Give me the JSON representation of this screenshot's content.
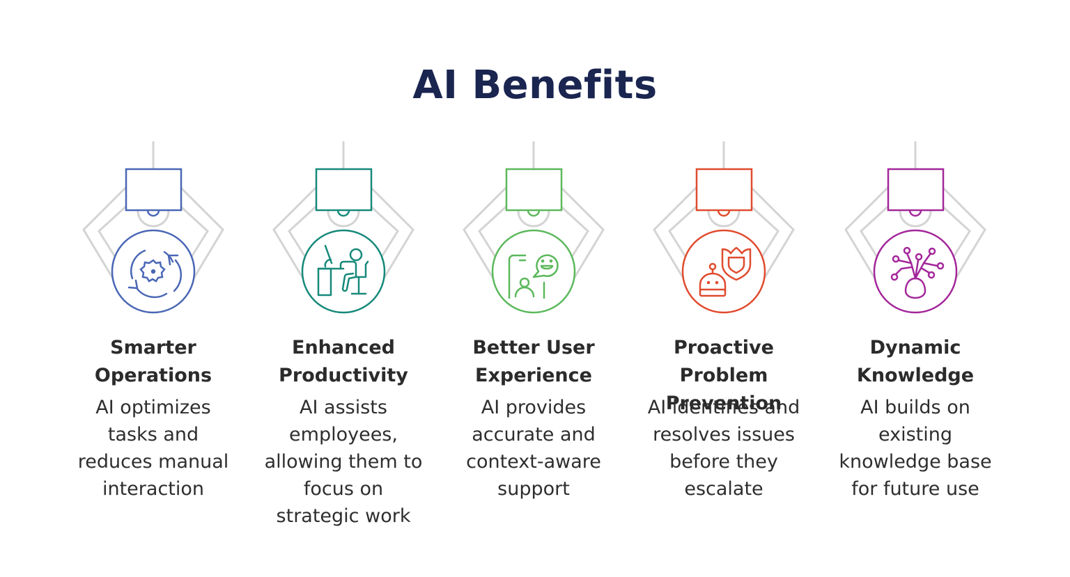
{
  "title": "AI Benefits",
  "colors": {
    "title": "#1a2550",
    "arm_gray": "#d4d4d4",
    "text": "#2b2b2b"
  },
  "benefits": [
    {
      "heading": "Smarter\nOperations",
      "description": "AI optimizes\ntasks and\nreduces manual\ninteraction",
      "icon": "gear-refresh-icon",
      "color": "#4a67b5"
    },
    {
      "heading": "Enhanced\nProductivity",
      "description": "AI assists\nemployees,\nallowing them to\nfocus on\nstrategic work",
      "icon": "person-at-desk-icon",
      "color": "#16897a"
    },
    {
      "heading": "Better User\nExperience",
      "description": "AI provides\naccurate and\ncontext-aware\nsupport",
      "icon": "user-chat-smile-icon",
      "color": "#5cb85c"
    },
    {
      "heading": "Proactive Problem\nPrevention",
      "description": "AI identifies and\nresolves issues\nbefore they\nescalate",
      "icon": "robot-shield-icon",
      "color": "#e04b2e"
    },
    {
      "heading": "Dynamic\nKnowledge",
      "description": "AI builds on\nexisting\nknowledge base\nfor future use",
      "icon": "knowledge-tree-icon",
      "color": "#a3279a"
    }
  ]
}
